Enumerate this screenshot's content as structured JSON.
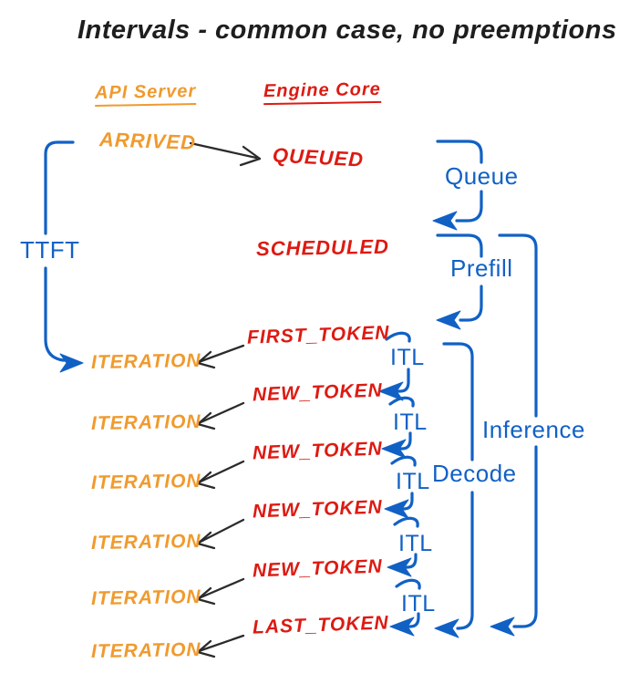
{
  "title": "Intervals - common case, no preemptions",
  "columns": {
    "api_server": "API Server",
    "engine_core": "Engine Core"
  },
  "events": {
    "arrived": "ARRIVED",
    "queued": "QUEUED",
    "scheduled": "SCHEDULED",
    "first_token": "FIRST_TOKEN",
    "new_token": "NEW_TOKEN",
    "last_token": "LAST_TOKEN",
    "iteration": "ITERATION"
  },
  "intervals": {
    "ttft": "TTFT",
    "queue": "Queue",
    "prefill": "Prefill",
    "itl": "ITL",
    "decode": "Decode",
    "inference": "Inference"
  },
  "counts": {
    "iteration_labels": 6,
    "new_token_labels": 4,
    "itl_labels": 5
  },
  "colors": {
    "api_server_orange": "#F09A2E",
    "engine_core_red": "#DD1A12",
    "interval_blue": "#1161C5",
    "arrow_black": "#2B2B2B",
    "background": "#FFFFFF"
  }
}
